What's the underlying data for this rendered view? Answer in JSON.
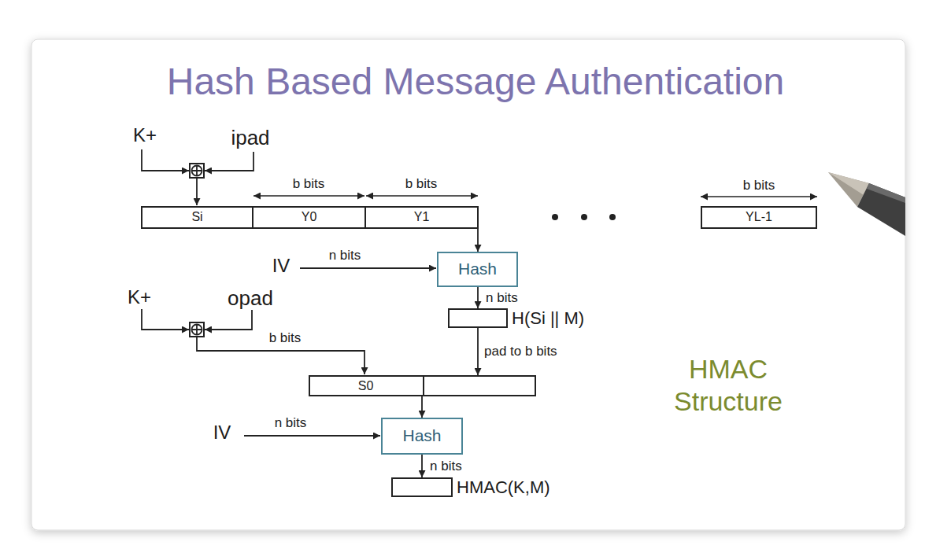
{
  "diagram": {
    "title": "Hash Based Message Authentication",
    "nodes": [
      {
        "text": [
          "Si"
        ]
      },
      {
        "text": [
          "Y0"
        ]
      },
      {
        "text": [
          "Y1"
        ]
      },
      {
        "text": [
          "YL-1"
        ]
      },
      {
        "text": [
          "Hash"
        ]
      },
      {
        "text": [
          "H(Si || M)"
        ]
      },
      {
        "text": [
          "S0"
        ]
      },
      {
        "text": [
          "Hash"
        ]
      },
      {
        "text": [
          "HMAC(K,M)"
        ]
      }
    ],
    "edges": [
      {
        "from": 2,
        "to": 4,
        "arrow": "to"
      },
      {
        "from": 4,
        "to": 5,
        "label": "n bits",
        "arrow": "to"
      },
      {
        "from": 5,
        "to": 6,
        "label": "pad to b bits",
        "arrow": "to"
      },
      {
        "from": 6,
        "to": 7,
        "arrow": "to"
      },
      {
        "from": 7,
        "to": 8,
        "label": "n bits",
        "arrow": "to"
      }
    ],
    "labels": [
      "K+",
      "ipad",
      "b bits",
      "b bits",
      "b bits",
      "IV",
      "n bits",
      "K+",
      "opad",
      "b bits",
      "IV",
      "n bits",
      "HMAC Structure"
    ]
  }
}
